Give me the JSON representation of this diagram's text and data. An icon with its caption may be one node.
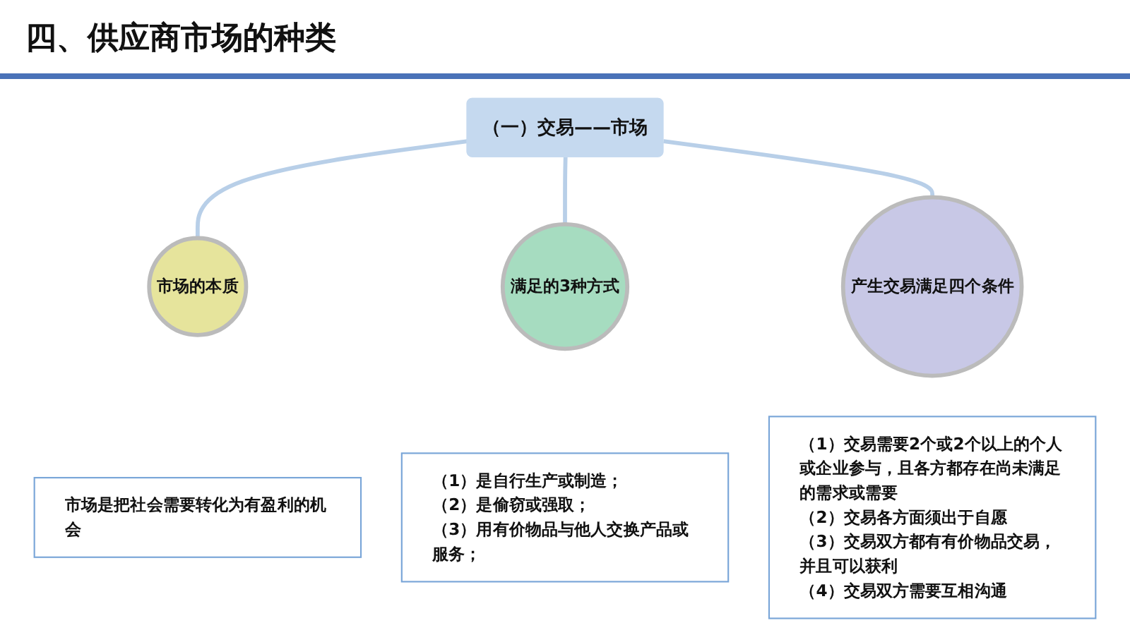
{
  "diagram": {
    "title": "四、供应商市场的种类",
    "nodes": [
      {
        "text": [
          "（一）交易——市场"
        ]
      },
      {
        "text": [
          "市场的本质"
        ]
      },
      {
        "text": [
          "满足的3种方式"
        ]
      },
      {
        "text": [
          "产生交易满足四个条件"
        ]
      },
      {
        "text": [
          "市场是把社会需要转化为有盈利的机会"
        ]
      },
      {
        "text": [
          "（1）是自行生产或制造；",
          "（2）是偷窃或强取；",
          "（3）用有价物品与他人交换产品或服务；"
        ]
      },
      {
        "text": [
          "（1）交易需要2个或2个以上的个人或企业参与，且各方都存在尚未满足的需求或需要",
          "（2）交易各方面须出于自愿",
          "（3）交易双方都有有价物品交易，并且可以获利",
          "（4）交易双方需要互相沟通"
        ]
      }
    ],
    "edges": [
      {
        "from": 0,
        "to": 1,
        "arrow": "none"
      },
      {
        "from": 0,
        "to": 2,
        "arrow": "none"
      },
      {
        "from": 0,
        "to": 3,
        "arrow": "none"
      }
    ]
  }
}
